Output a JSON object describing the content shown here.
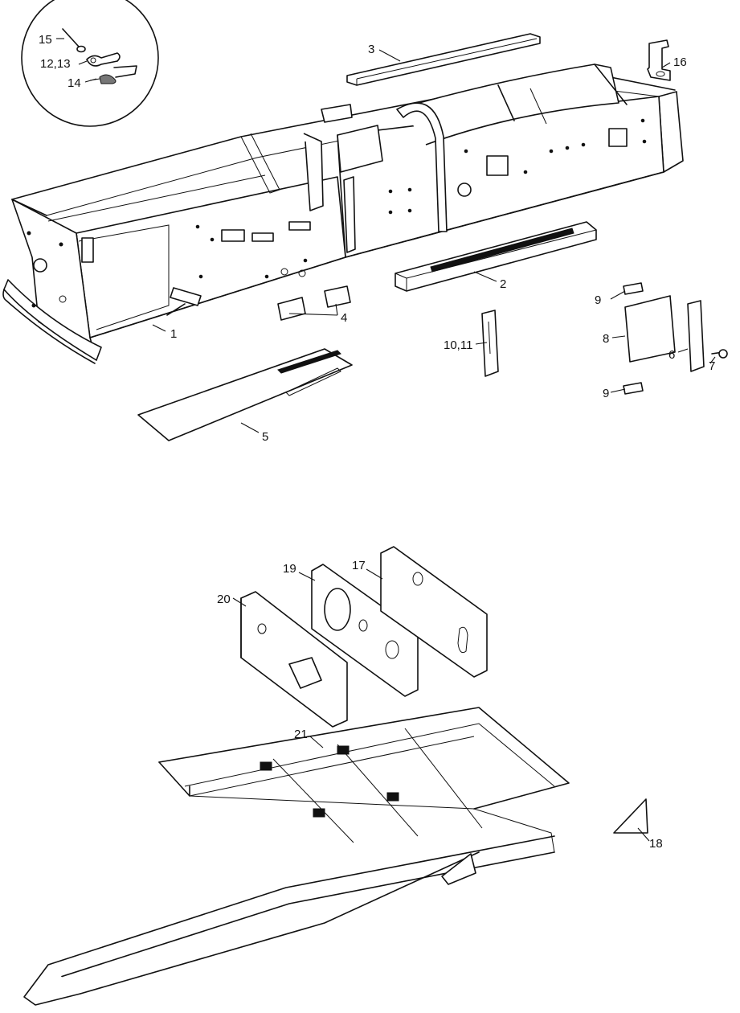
{
  "callouts": {
    "c1": "1",
    "c2": "2",
    "c3": "3",
    "c4": "4",
    "c5": "5",
    "c6": "6",
    "c7": "7",
    "c8": "8",
    "c9a": "9",
    "c9b": "9",
    "c10_11": "10,11",
    "c12_13": "12,13",
    "c14": "14",
    "c15": "15",
    "c16": "16",
    "c17": "17",
    "c18": "18",
    "c19": "19",
    "c20": "20",
    "c21": "21"
  }
}
